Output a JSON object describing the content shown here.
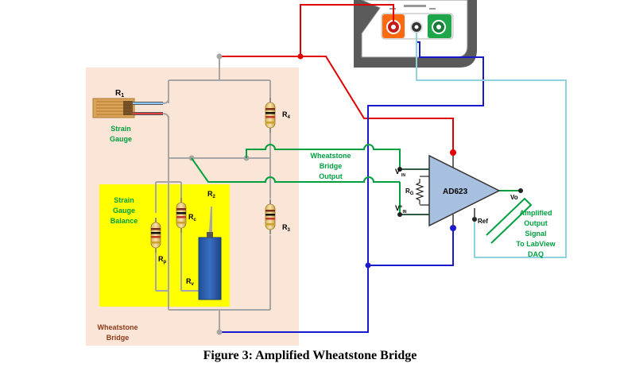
{
  "labels": {
    "r1": "R",
    "r1_sub": "1",
    "r2": "R",
    "r2_sub": "2",
    "r3": "R",
    "r3_sub": "3",
    "r4": "R",
    "r4_sub": "4",
    "rc": "R",
    "rc_sub": "c",
    "rp": "R",
    "rp_sub": "p",
    "rv": "R",
    "rv_sub": "v",
    "rg": "R",
    "rg_sub": "G",
    "strain_gauge": [
      "Strain",
      "Gauge"
    ],
    "balance": [
      "Strain",
      "Gauge",
      "Balance"
    ],
    "wheatstone_bridge": [
      "Wheatstone",
      "Bridge"
    ],
    "bridge_output": [
      "Wheatstone",
      "Bridge",
      "Output"
    ],
    "vin_minus": "V",
    "vin_minus_sup": "-",
    "vin_minus_sub": "IN",
    "vin_plus": "V",
    "vin_plus_sup": "+",
    "vin_plus_sub": "IN",
    "amp": "AD623",
    "vo": "Vo",
    "ref": "Ref",
    "amplified": [
      "Amplified",
      "Output",
      "Signal",
      "To LabView",
      "DAQ"
    ]
  },
  "caption": "Figure 3: Amplified Wheatstone Bridge",
  "colors": {
    "bridge_bg": "#fbe5d6",
    "balance_bg": "#ffff00",
    "wire_gray": "#a6a6a6",
    "wire_red": "#e00000",
    "wire_blue": "#1a1acc",
    "wire_cyan": "#8fd3e0",
    "wire_green": "#00a040",
    "text_green": "#00a040",
    "text_brown": "#8b3a1a",
    "amp_fill": "#a7c0e0",
    "battery": "#2c5aa0"
  }
}
